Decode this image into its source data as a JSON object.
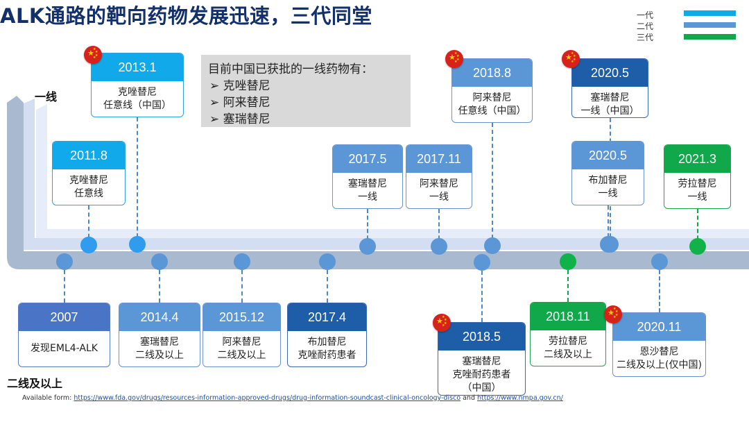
{
  "title": "ALK通路的靶向药物发展迅速，三代同堂",
  "legend": [
    {
      "label": "一代",
      "color": "#12a9ea"
    },
    {
      "label": "二代",
      "color": "#5b97d6"
    },
    {
      "label": "三代",
      "color": "#10a84a"
    }
  ],
  "tiers": {
    "first_line": "一线",
    "second_line": "二线及以上"
  },
  "approved_box": {
    "heading": "目前中国已获批的一线药物有：",
    "items": [
      "克唑替尼",
      "阿来替尼",
      "塞瑞替尼"
    ],
    "bullet": "➢"
  },
  "events_top": [
    {
      "date": "2011.8",
      "lines": [
        "克唑替尼",
        "任意线"
      ],
      "gen": "first",
      "china": false
    },
    {
      "date": "2013.1",
      "lines": [
        "克唑替尼",
        "任意线（中国）"
      ],
      "gen": "first",
      "china": true
    },
    {
      "date": "2017.5",
      "lines": [
        "塞瑞替尼",
        "一线"
      ],
      "gen": "second",
      "china": false
    },
    {
      "date": "2017.11",
      "lines": [
        "阿来替尼",
        "一线"
      ],
      "gen": "second",
      "china": false
    },
    {
      "date": "2018.8",
      "lines": [
        "阿来替尼",
        "任意线（中国）"
      ],
      "gen": "second",
      "china": true
    },
    {
      "date": "2020.5",
      "lines": [
        "塞瑞替尼",
        "一线（中国）"
      ],
      "gen": "second-dark",
      "china": true
    },
    {
      "date": "2020.5",
      "lines": [
        "布加替尼",
        "一线"
      ],
      "gen": "second",
      "china": false
    },
    {
      "date": "2021.3",
      "lines": [
        "劳拉替尼",
        "一线"
      ],
      "gen": "third",
      "china": false
    }
  ],
  "events_bottom": [
    {
      "date": "2007",
      "lines": [
        "发现EML4-ALK"
      ],
      "gen": "discovery",
      "china": false
    },
    {
      "date": "2014.4",
      "lines": [
        "塞瑞替尼",
        "二线及以上"
      ],
      "gen": "second",
      "china": false
    },
    {
      "date": "2015.12",
      "lines": [
        "阿来替尼",
        "二线及以上"
      ],
      "gen": "second",
      "china": false
    },
    {
      "date": "2017.4",
      "lines": [
        "布加替尼",
        "克唑耐药患者"
      ],
      "gen": "second-dark",
      "china": false
    },
    {
      "date": "2018.5",
      "lines": [
        "塞瑞替尼",
        "克唑耐药患者",
        "（中国）"
      ],
      "gen": "second-dark",
      "china": true
    },
    {
      "date": "2018.11",
      "lines": [
        "劳拉替尼",
        "二线及以上"
      ],
      "gen": "third",
      "china": false
    },
    {
      "date": "2020.11",
      "lines": [
        "恩沙替尼",
        "二线及以上(仅中国)"
      ],
      "gen": "second",
      "china": true
    }
  ],
  "footnote": {
    "prefix": "Available form: ",
    "link1": "https://www.fda.gov/drugs/resources-information-approved-drugs/drug-information-soundcast-clinical-oncology-disco",
    "middle": " and ",
    "link2": "https://www.nmpa.gov.cn/"
  }
}
